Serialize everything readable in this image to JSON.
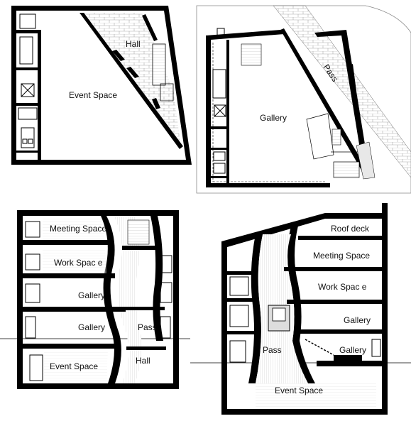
{
  "plans": {
    "top_left": {
      "event_space": "Event Space",
      "hall": "Hall"
    },
    "top_right": {
      "gallery": "Gallery",
      "pass": "Pass"
    }
  },
  "sections": {
    "bottom_left": {
      "meeting_space": "Meeting Space",
      "work_space": "Work Spac e",
      "gallery_upper": "Gallery",
      "gallery_lower": "Gallery",
      "pass": "Pass",
      "hall": "Hall",
      "event_space": "Event Space"
    },
    "bottom_right": {
      "roof_deck": "Roof deck",
      "meeting_space": "Meeting Space",
      "work_space": "Work Spac e",
      "gallery_upper": "Gallery",
      "gallery_lower": "Gallery",
      "pass": "Pass",
      "event_space": "Event Space"
    }
  }
}
